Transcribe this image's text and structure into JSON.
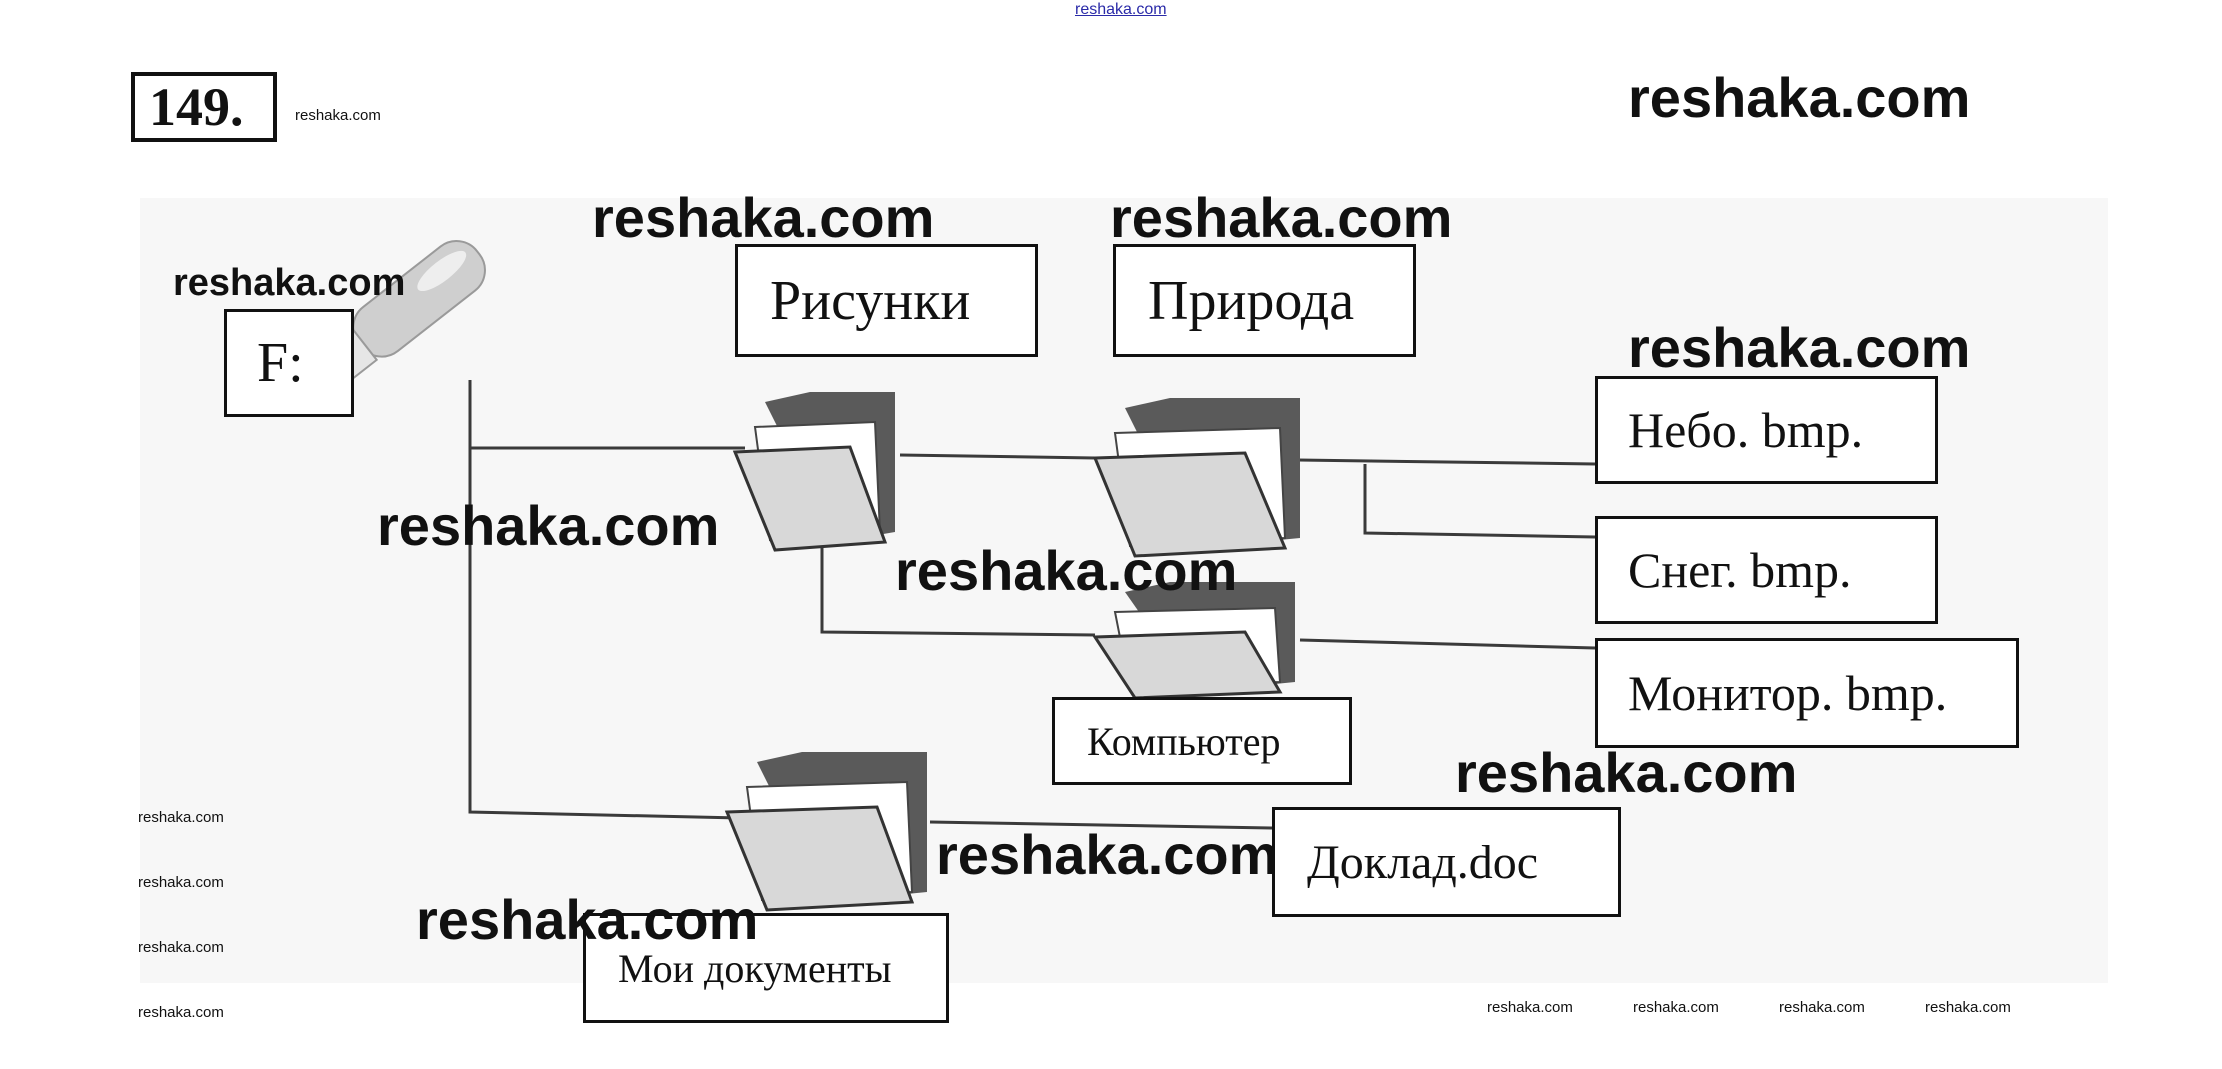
{
  "problem": {
    "number": "149."
  },
  "nodes": {
    "drive": "F:",
    "pictures": "Рисунки",
    "nature": "Природа",
    "sky": "Небо. bmp.",
    "snow": "Снег. bmp.",
    "monitor": "Монитор. bmp.",
    "computer": "Компьютер",
    "report": "Доклад.doc",
    "my_docs": "Мои документы"
  },
  "watermarks": {
    "text": "reshaka.com",
    "top_link": "reshaka.com"
  },
  "colors": {
    "line": "#3a3a3a",
    "folder_dark": "#5a5a5a",
    "folder_light": "#d8d8d8",
    "drive_body": "#cfcfcf"
  },
  "icons": {
    "drive": "usb-flash-drive-icon",
    "folder": "folder-icon"
  }
}
